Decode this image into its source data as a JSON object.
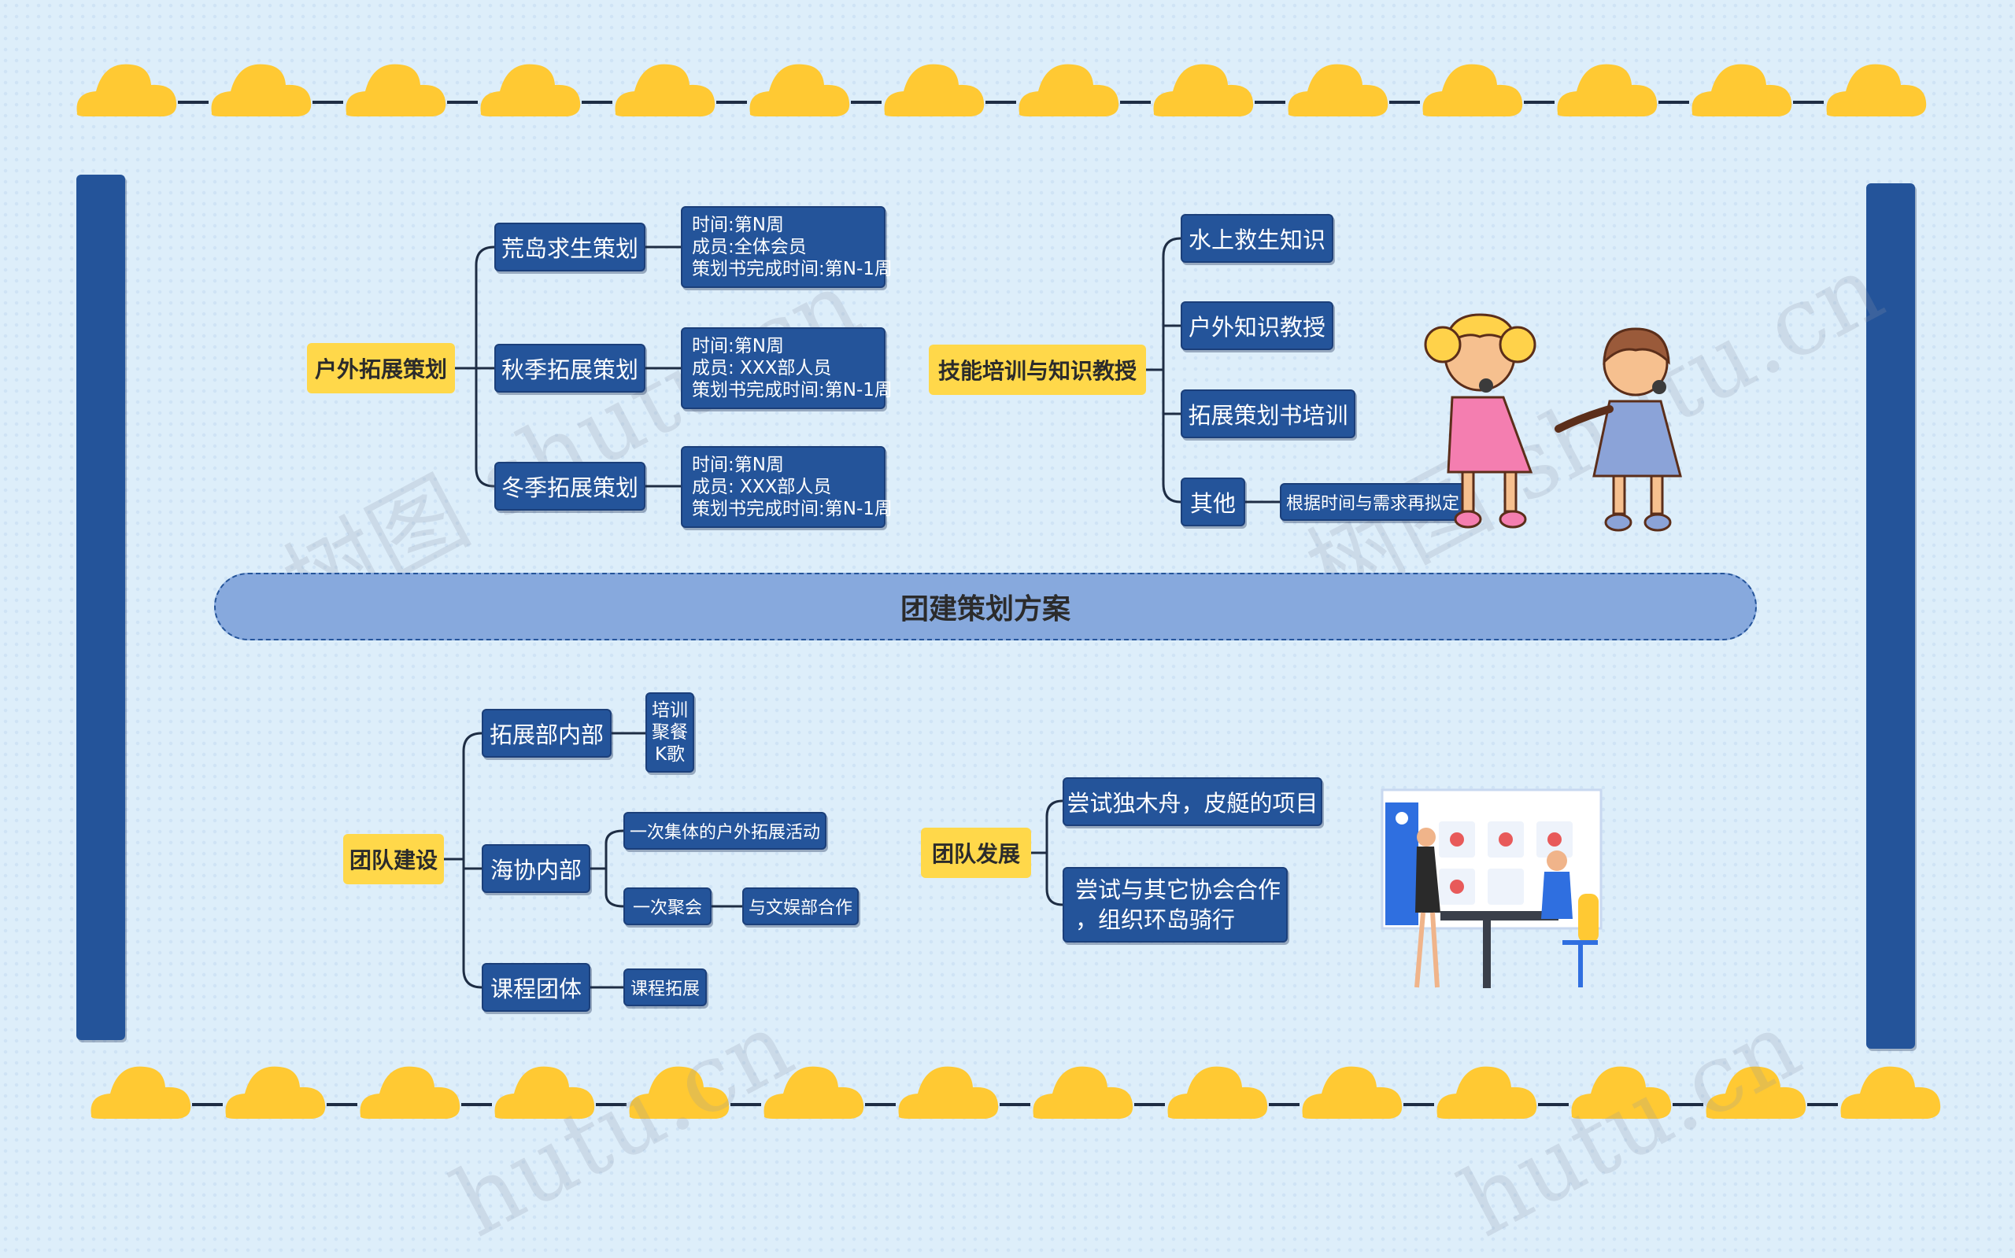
{
  "title": "团建策划方案",
  "watermark": "树图 shutu.cn",
  "watermark_short": "hutu.cn",
  "colors": {
    "node_bg": "#24549a",
    "main_bg": "#ffd84a",
    "center_bg": "#87a9dd",
    "cloud": "#ffc933",
    "background": "#ddeefa"
  },
  "outdoor": {
    "label": "户外拓展策划",
    "children": [
      {
        "label": "荒岛求生策划",
        "details": [
          "时间:第N周",
          "成员:全体会员",
          "策划书完成时间:第N-1周"
        ]
      },
      {
        "label": "秋季拓展策划",
        "details": [
          "时间:第N周",
          "成员: XXX部人员",
          "策划书完成时间:第N-1周"
        ]
      },
      {
        "label": "冬季拓展策划",
        "details": [
          "时间:第N周",
          "成员: XXX部人员",
          "策划书完成时间:第N-1周"
        ]
      }
    ]
  },
  "skills": {
    "label": "技能培训与知识教授",
    "children": [
      "水上救生知识",
      "户外知识教授",
      "拓展策划书培训",
      "其他"
    ],
    "other_note": "根据时间与需求再拟定"
  },
  "team_build": {
    "label": "团队建设",
    "internal": {
      "label": "拓展部内部",
      "items": [
        "培训",
        "聚餐",
        "K歌"
      ]
    },
    "sea": {
      "label": "海协内部",
      "item1": "一次集体的户外拓展活动",
      "item2": "一次聚会",
      "item2_child": "与文娱部合作"
    },
    "course": {
      "label": "课程团体",
      "item": "课程拓展"
    }
  },
  "team_dev": {
    "label": "团队发展",
    "items": [
      {
        "lines": [
          "尝试独木舟，皮艇的项目"
        ]
      },
      {
        "lines": [
          "尝试与其它协会合作",
          "，组织环岛骑行"
        ]
      }
    ]
  },
  "icons": [
    "cloud-icon",
    "girls-singing-illustration",
    "office-meeting-illustration"
  ]
}
